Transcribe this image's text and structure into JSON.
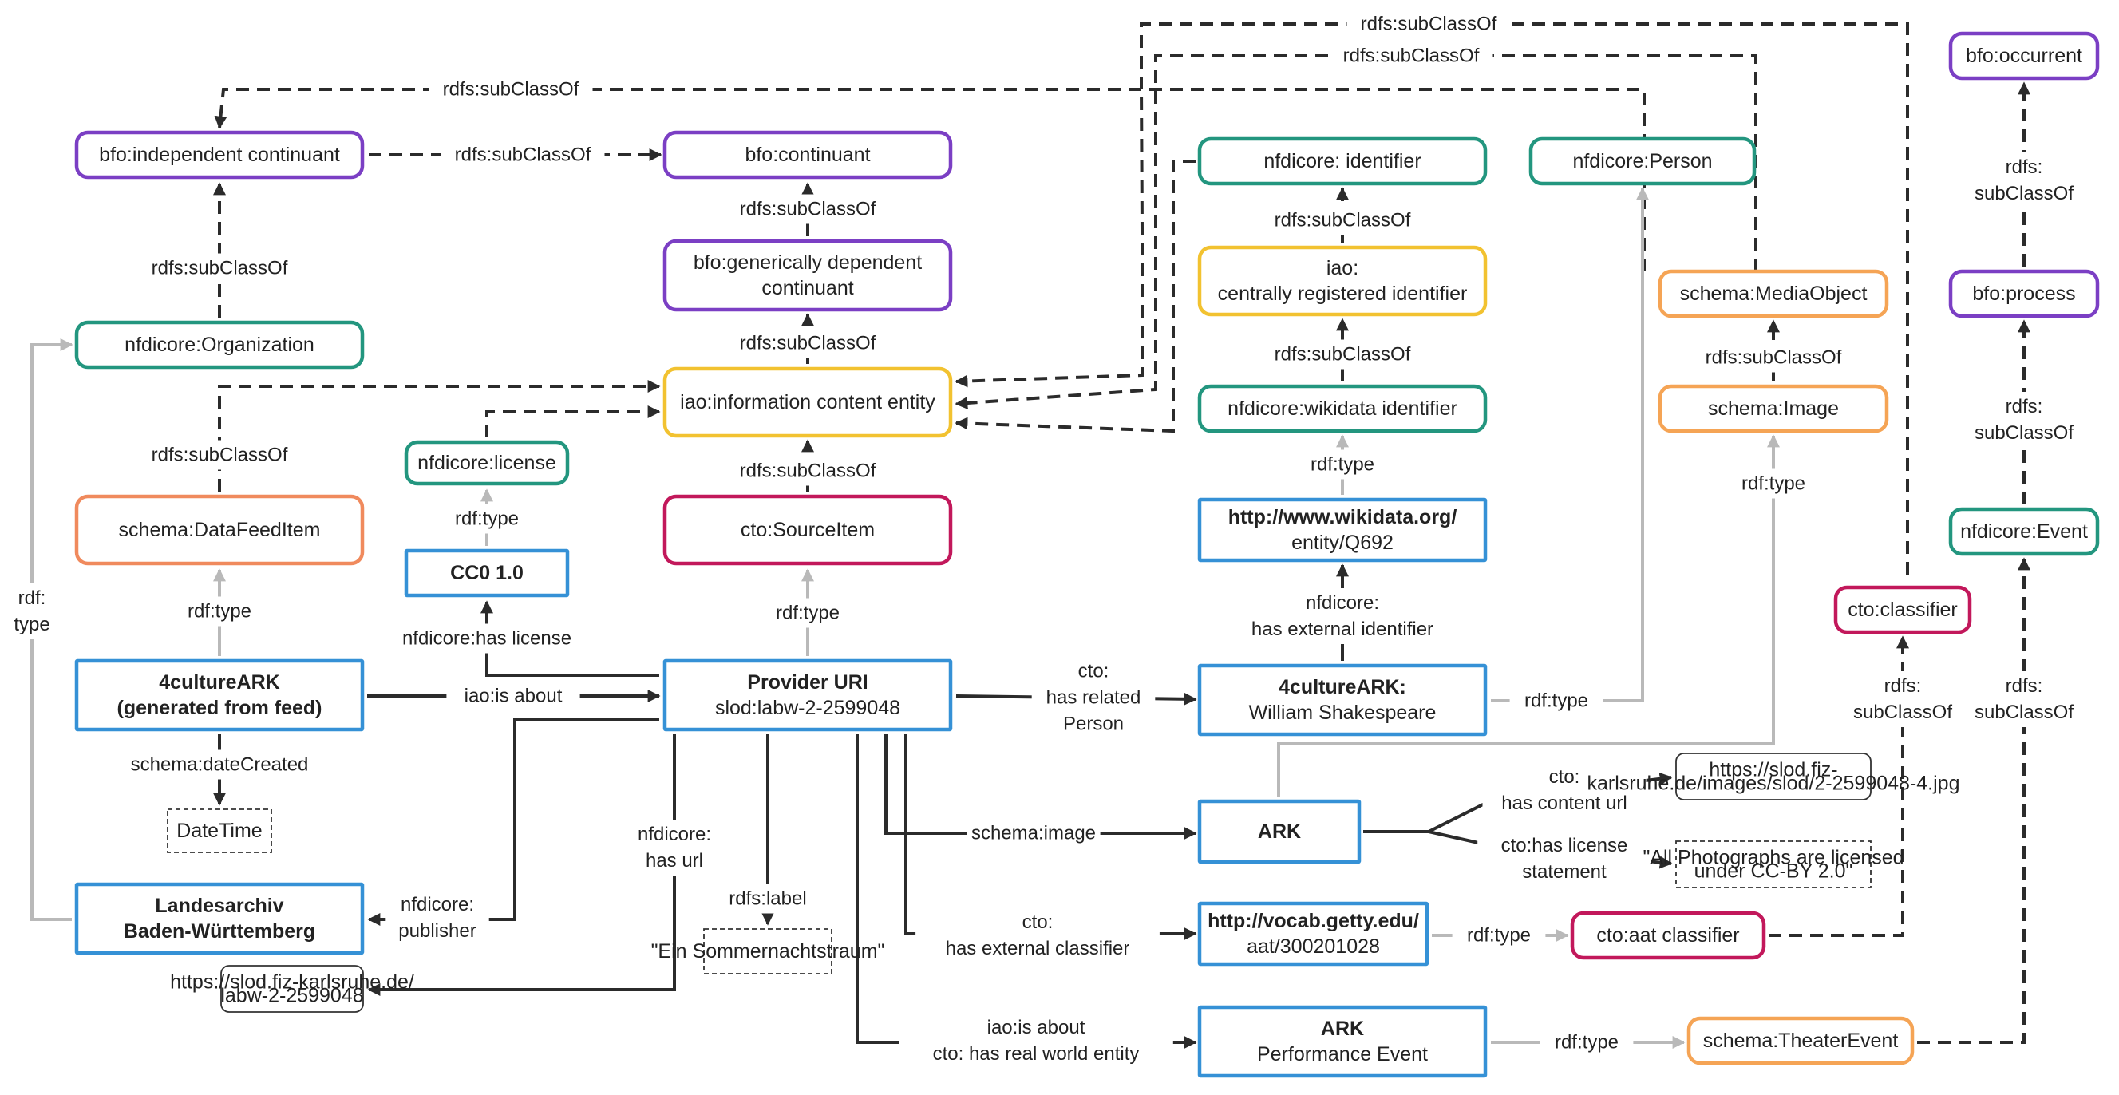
{
  "colors": {
    "purple": "#7b3fc4",
    "teal": "#23967f",
    "yellow": "#f2c230",
    "orange_salmon": "#f08a5d",
    "blue": "#3591d6",
    "magenta": "#c2185b",
    "orange": "#f5a455",
    "arrow_dark": "#2b2b2b",
    "arrow_grey": "#b9b9b9"
  },
  "nodes": {
    "bfo_independent_continuant": {
      "lines": [
        "bfo:independent continuant"
      ]
    },
    "bfo_continuant": {
      "lines": [
        "bfo:continuant"
      ]
    },
    "bfo_gdc": {
      "lines": [
        "bfo:generically dependent",
        "continuant"
      ]
    },
    "nfdicore_organization": {
      "lines": [
        "nfdicore:Organization"
      ]
    },
    "iao_ice": {
      "lines": [
        "iao:information content entity"
      ]
    },
    "nfdicore_license": {
      "lines": [
        "nfdicore:license"
      ]
    },
    "schema_datafeeditem": {
      "lines": [
        "schema:DataFeedItem"
      ]
    },
    "cc0": {
      "lines": [
        "CC0 1.0"
      ]
    },
    "cto_sourceitem": {
      "lines": [
        "cto:SourceItem"
      ]
    },
    "ark_feed": {
      "lines": [
        "4cultureARK",
        "(generated from feed)"
      ]
    },
    "provider_uri": {
      "lines": [
        "Provider URI",
        "slod:labw-2-2599048"
      ]
    },
    "datetime": {
      "lines": [
        "DateTime"
      ]
    },
    "landesarchiv": {
      "lines": [
        "Landesarchiv",
        "Baden-Württemberg"
      ]
    },
    "url_labw": {
      "lines": [
        "https://slod.fiz-karlsruhe.de/",
        "labw-2-2599048"
      ]
    },
    "sommernachtstraum": {
      "lines": [
        "\"Ein Sommernachtstraum\""
      ]
    },
    "nfdicore_identifier": {
      "lines": [
        "nfdicore: identifier"
      ]
    },
    "iao_cri": {
      "lines": [
        "iao:",
        "centrally registered identifier"
      ]
    },
    "nfdicore_wikidata": {
      "lines": [
        "nfdicore:wikidata identifier"
      ]
    },
    "wikidata_q692": {
      "lines": [
        "http://www.wikidata.org/",
        "entity/Q692"
      ]
    },
    "ark_shakespeare": {
      "lines": [
        "4cultureARK:",
        "William Shakespeare"
      ]
    },
    "ark_image": {
      "lines": [
        "ARK"
      ]
    },
    "getty_aat": {
      "lines": [
        "http://vocab.getty.edu/",
        "aat/300201028"
      ]
    },
    "ark_event": {
      "lines": [
        "ARK",
        "Performance Event"
      ]
    },
    "nfdicore_person": {
      "lines": [
        "nfdicore:Person"
      ]
    },
    "schema_mediaobject": {
      "lines": [
        "schema:MediaObject"
      ]
    },
    "schema_image": {
      "lines": [
        "schema:Image"
      ]
    },
    "cto_classifier": {
      "lines": [
        "cto:classifier"
      ]
    },
    "cto_aat_classifier": {
      "lines": [
        "cto:aat classifier"
      ]
    },
    "schema_theaterevent": {
      "lines": [
        "schema:TheaterEvent"
      ]
    },
    "bfo_occurrent": {
      "lines": [
        "bfo:occurrent"
      ]
    },
    "bfo_process": {
      "lines": [
        "bfo:process"
      ]
    },
    "nfdicore_event": {
      "lines": [
        "nfdicore:Event"
      ]
    },
    "content_url": {
      "lines": [
        "https://slod.fiz-",
        "karlsruhe.de/images/slod/2-2599048-4.jpg"
      ]
    },
    "license_statement": {
      "lines": [
        "\"All Photographs are licensed",
        "under CC-BY 2.0\""
      ]
    }
  },
  "edges": {
    "top1": {
      "lines": [
        "rdfs:subClassOf"
      ]
    },
    "top2": {
      "lines": [
        "rdfs:subClassOf"
      ]
    },
    "top3": {
      "lines": [
        "rdfs:subClassOf"
      ]
    },
    "ic_to_cont": {
      "lines": [
        "rdfs:subClassOf"
      ]
    },
    "org_to_ic": {
      "lines": [
        "rdfs:subClassOf"
      ]
    },
    "gdc_to_cont": {
      "lines": [
        "rdfs:subClassOf"
      ]
    },
    "ice_to_gdc": {
      "lines": [
        "rdfs:subClassOf"
      ]
    },
    "dfi_to_ice": {
      "lines": [
        "rdfs:subClassOf"
      ]
    },
    "src_to_ice": {
      "lines": [
        "rdfs:subClassOf"
      ]
    },
    "cc0_type": {
      "lines": [
        "rdf:type"
      ]
    },
    "has_license": {
      "lines": [
        "nfdicore:has license"
      ]
    },
    "ark_type": {
      "lines": [
        "rdf:type"
      ]
    },
    "prov_type": {
      "lines": [
        "rdf:type"
      ]
    },
    "land_type": {
      "lines": [
        "rdf:",
        "type"
      ]
    },
    "is_about": {
      "lines": [
        "iao:is about"
      ]
    },
    "date_created": {
      "lines": [
        "schema:dateCreated"
      ]
    },
    "publisher": {
      "lines": [
        "nfdicore:",
        "publisher"
      ]
    },
    "has_url": {
      "lines": [
        "nfdicore:",
        "has url"
      ]
    },
    "rdfs_label": {
      "lines": [
        "rdfs:label"
      ]
    },
    "related_person": {
      "lines": [
        "cto:",
        "has related",
        "Person"
      ]
    },
    "schema_image_edge": {
      "lines": [
        "schema:image"
      ]
    },
    "ext_classifier": {
      "lines": [
        "cto:",
        "has external classifier"
      ]
    },
    "real_world": {
      "lines": [
        "iao:is about",
        "cto: has real world entity"
      ]
    },
    "cri_to_id": {
      "lines": [
        "rdfs:subClassOf"
      ]
    },
    "wd_to_cri": {
      "lines": [
        "rdfs:subClassOf"
      ]
    },
    "q692_type": {
      "lines": [
        "rdf:type"
      ]
    },
    "ext_identifier": {
      "lines": [
        "nfdicore:",
        "has external identifier"
      ]
    },
    "shak_type": {
      "lines": [
        "rdf:type"
      ]
    },
    "img_to_media": {
      "lines": [
        "rdfs:subClassOf"
      ]
    },
    "image_type": {
      "lines": [
        "rdf:type"
      ]
    },
    "content_url_edge": {
      "lines": [
        "cto:",
        "has content url"
      ]
    },
    "license_stmt_edge": {
      "lines": [
        "cto:has  license",
        "statement"
      ]
    },
    "aat_type": {
      "lines": [
        "rdf:type"
      ]
    },
    "event_type": {
      "lines": [
        "rdf:type"
      ]
    },
    "classifier_sub": {
      "lines": [
        "rdfs:",
        "subClassOf"
      ]
    },
    "proc_to_occ": {
      "lines": [
        "rdfs:",
        "subClassOf"
      ]
    },
    "event_to_proc": {
      "lines": [
        "rdfs:",
        "subClassOf"
      ]
    },
    "theater_sub": {
      "lines": [
        "rdfs:",
        "subClassOf"
      ]
    }
  }
}
